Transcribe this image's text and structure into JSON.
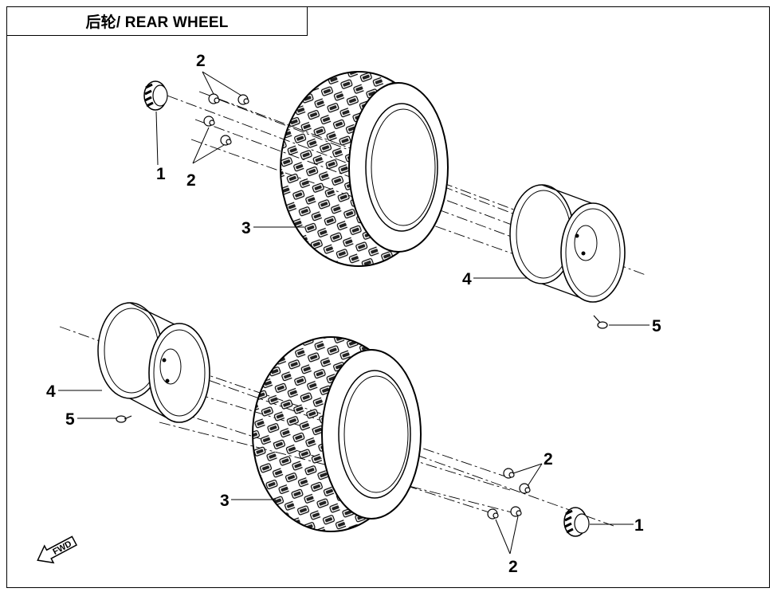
{
  "header": {
    "title": "后轮/ REAR WHEEL"
  },
  "callouts": {
    "c1_top": "1",
    "c2_top_a": "2",
    "c2_top_b": "2",
    "c3_top": "3",
    "c4_top": "4",
    "c5_top": "5",
    "c4_bottom": "4",
    "c5_bottom": "5",
    "c3_bottom": "3",
    "c2_bottom_a": "2",
    "c2_bottom_b": "2",
    "c1_bottom": "1"
  },
  "direction_marker": {
    "label": "FWD",
    "icon": "arrow-icon"
  },
  "parts": [
    {
      "number": "1",
      "icon": "hub-nut-cap-icon"
    },
    {
      "number": "2",
      "icon": "lug-nut-icon"
    },
    {
      "number": "3",
      "icon": "tire-icon"
    },
    {
      "number": "4",
      "icon": "rim-icon"
    },
    {
      "number": "5",
      "icon": "valve-stem-icon"
    }
  ]
}
